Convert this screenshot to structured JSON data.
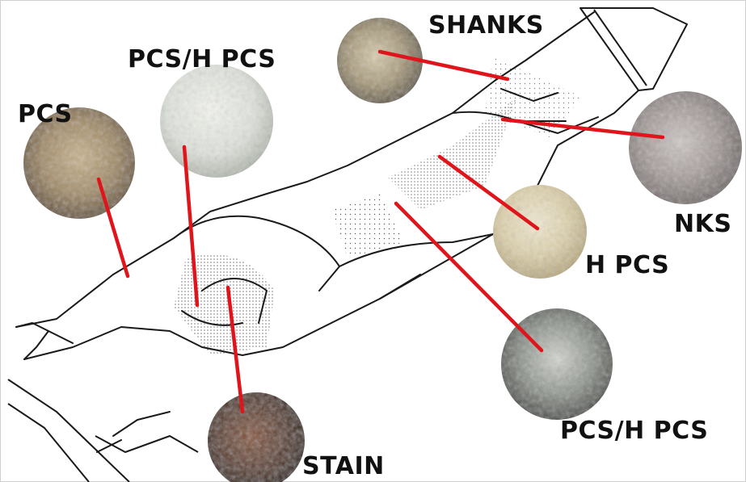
{
  "labels": {
    "shanks": "SHANKS",
    "pcs_h_pcs_top": "PCS/H PCS",
    "pcs": "PCS",
    "nks": "NKS",
    "h_pcs": "H PCS",
    "pcs_h_pcs_bottom": "PCS/H PCS",
    "stain": "STAIN"
  },
  "colors": {
    "leader_line": "#e0151b",
    "outline": "#1a1a1a",
    "shading": "#2a2a2a"
  },
  "samples": [
    {
      "name": "shanks-sample",
      "tone": "dirty cream"
    },
    {
      "name": "pcs-h-pcs-top-sample",
      "tone": "white"
    },
    {
      "name": "pcs-sample",
      "tone": "tan brown"
    },
    {
      "name": "nks-sample",
      "tone": "grey"
    },
    {
      "name": "h-pcs-sample",
      "tone": "cream"
    },
    {
      "name": "pcs-h-pcs-bottom-sample",
      "tone": "white locks"
    },
    {
      "name": "stain-sample",
      "tone": "dark brown"
    }
  ]
}
